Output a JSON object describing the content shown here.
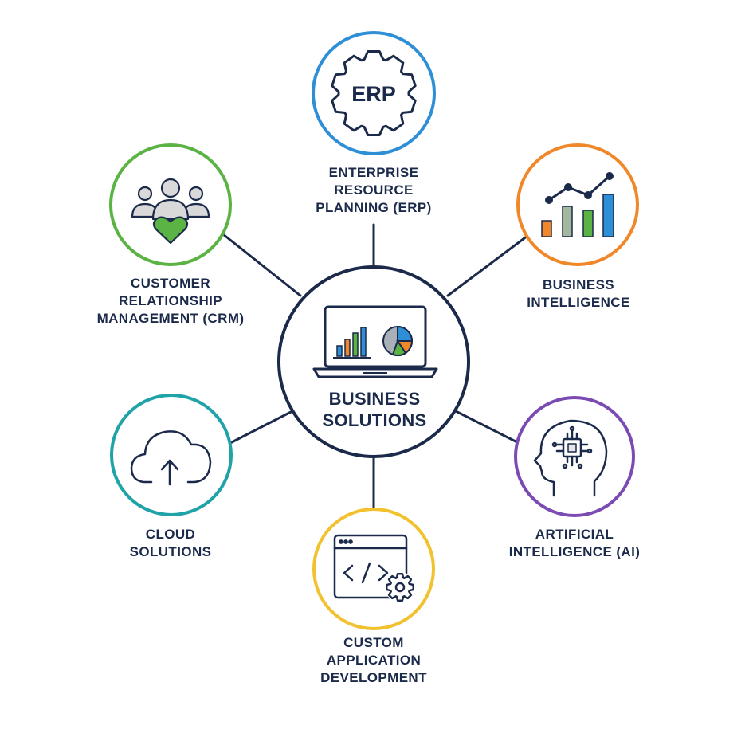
{
  "center": {
    "label_lines": [
      "BUSINESS",
      "SOLUTIONS"
    ],
    "icon": "laptop-dashboard-icon",
    "color": "#1b2a4a"
  },
  "nodes": {
    "erp": {
      "label_lines": [
        "ENTERPRISE",
        "RESOURCE",
        "PLANNING (ERP)"
      ],
      "icon": "gear-icon",
      "icon_text": "ERP",
      "color": "#2f8fd6"
    },
    "bi": {
      "label_lines": [
        "BUSINESS",
        "INTELLIGENCE"
      ],
      "icon": "bar-line-chart-icon",
      "color": "#f0882a"
    },
    "ai": {
      "label_lines": [
        "ARTIFICIAL",
        "INTELLIGENCE (AI)"
      ],
      "icon": "head-chip-icon",
      "color": "#7b4bb3"
    },
    "custom_app": {
      "label_lines": [
        "CUSTOM",
        "APPLICATION",
        "DEVELOPMENT"
      ],
      "icon": "code-window-gear-icon",
      "color": "#f2c12e"
    },
    "cloud": {
      "label_lines": [
        "CLOUD",
        "SOLUTIONS"
      ],
      "icon": "cloud-upload-icon",
      "color": "#1fa3a8"
    },
    "crm": {
      "label_lines": [
        "CUSTOMER",
        "RELATIONSHIP",
        "MANAGEMENT (CRM)"
      ],
      "icon": "people-heart-icon",
      "color": "#5bb344"
    }
  }
}
